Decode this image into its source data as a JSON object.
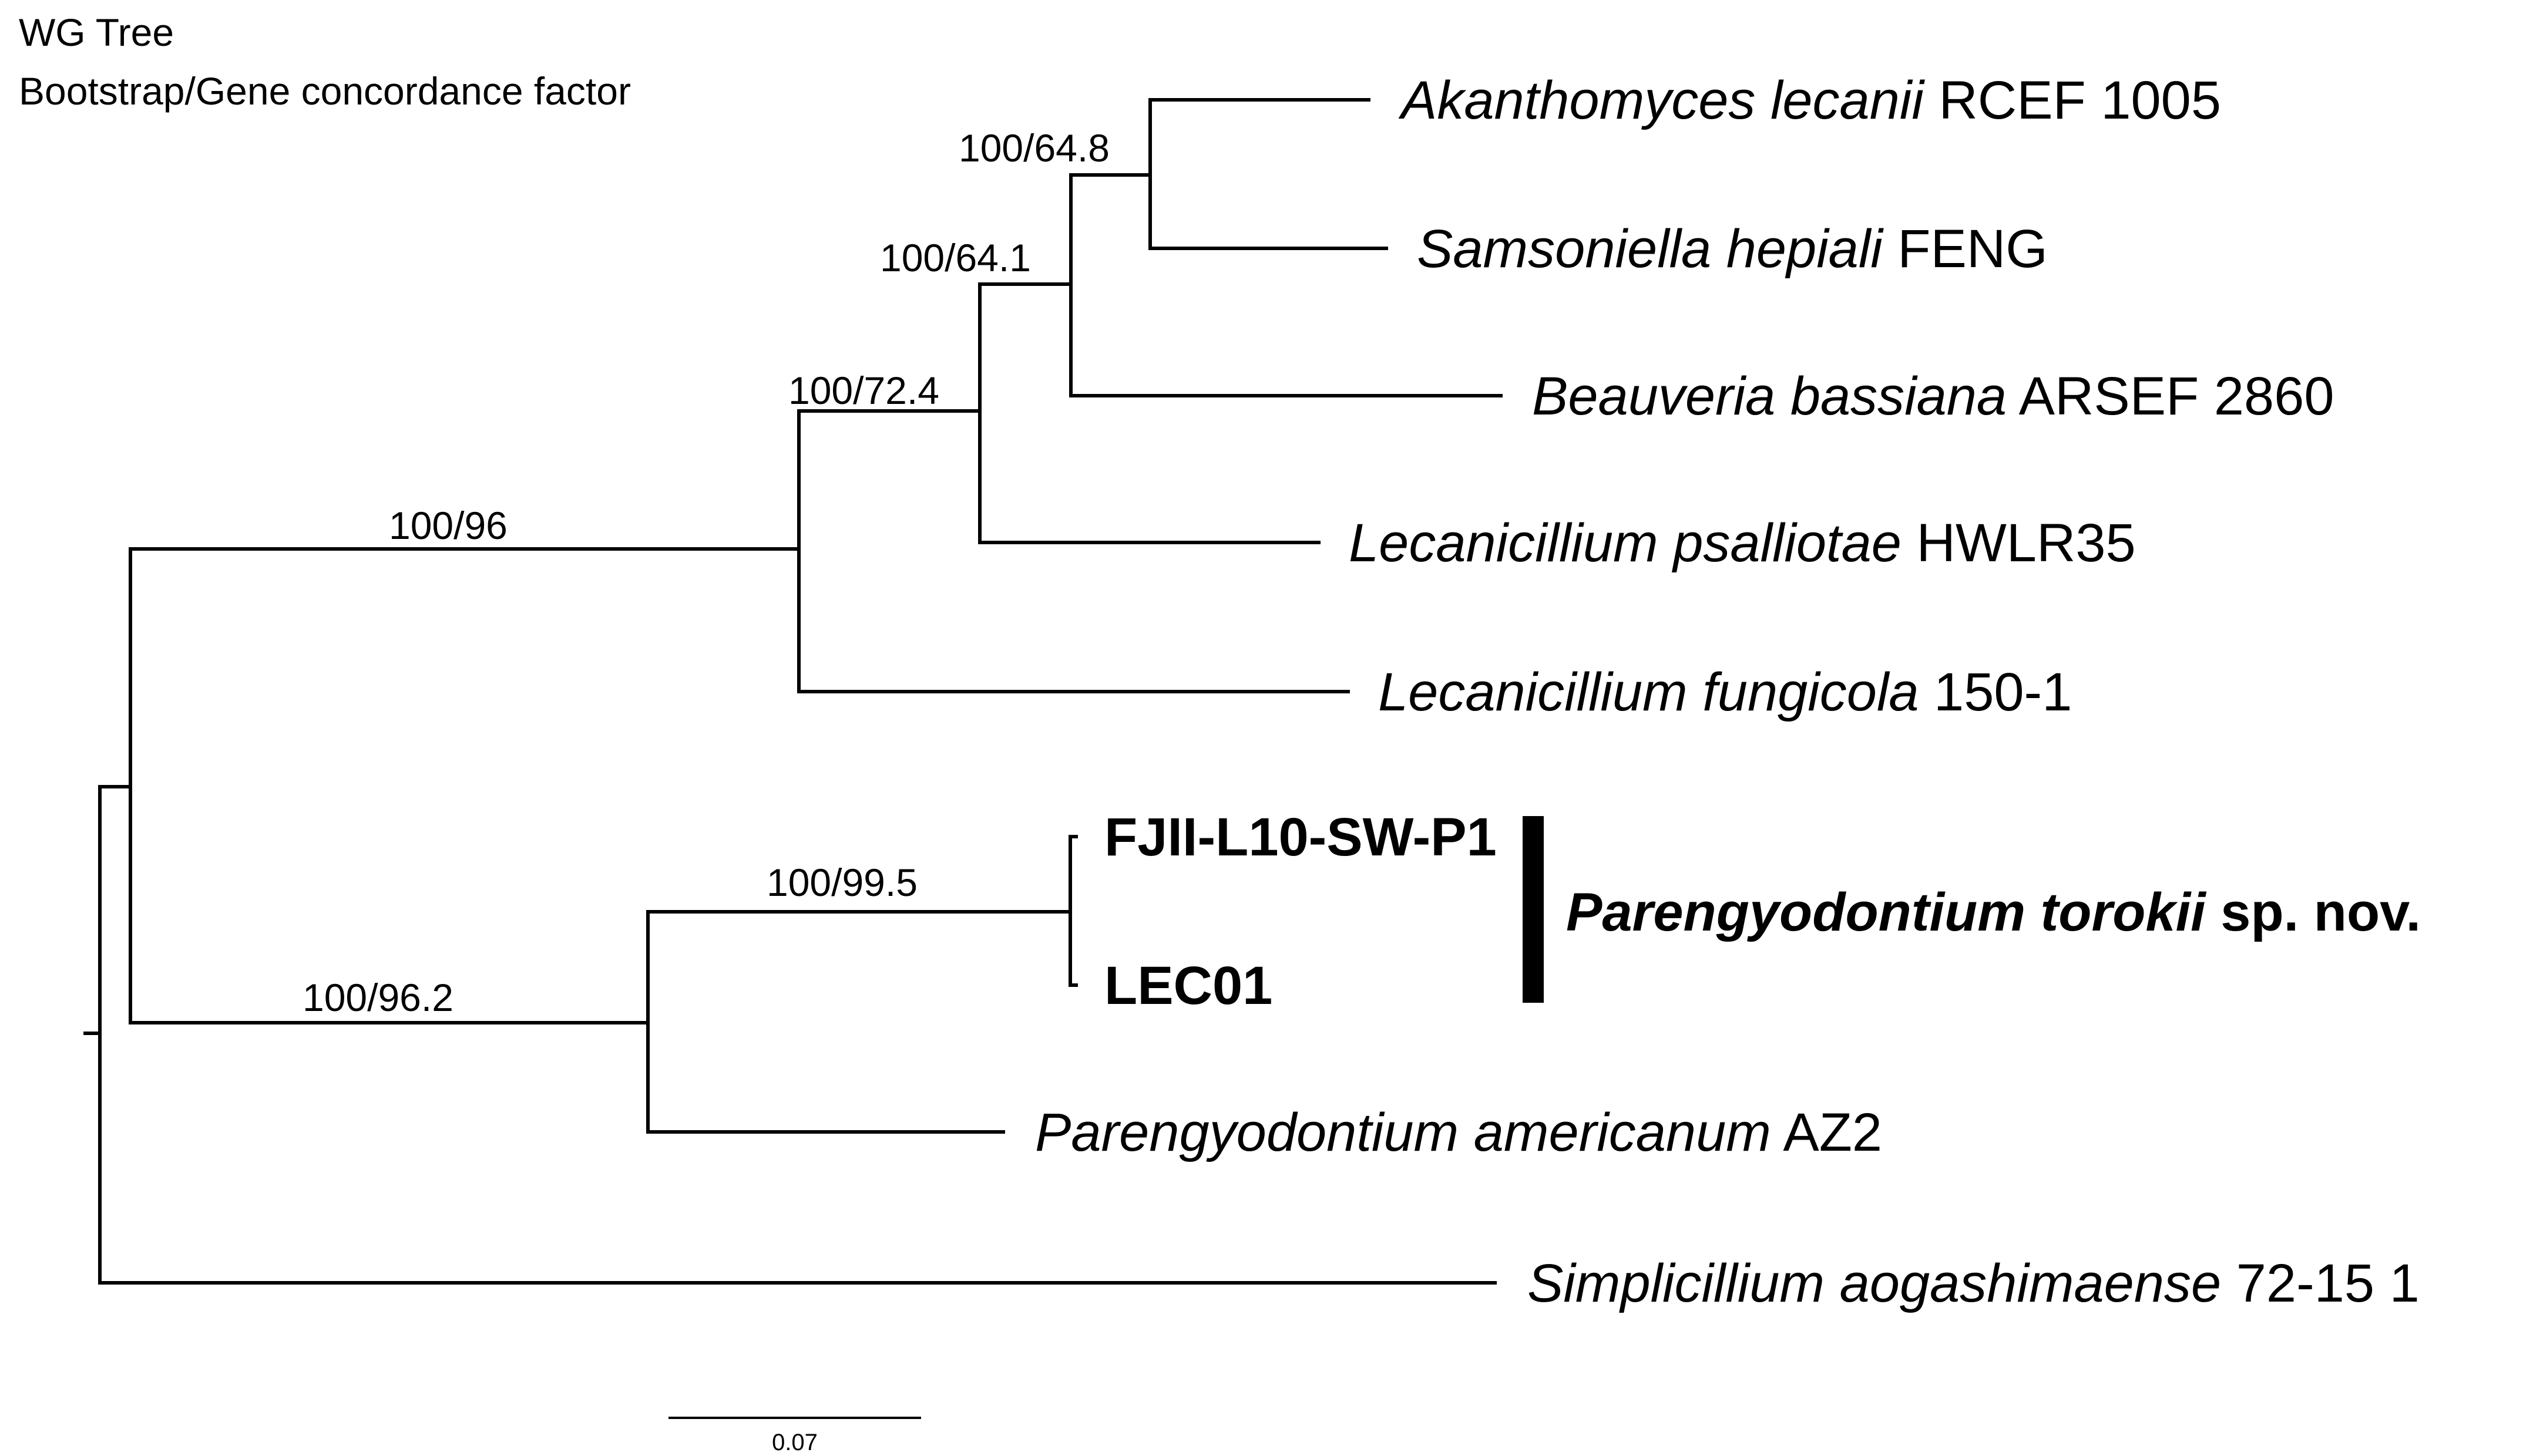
{
  "header": {
    "title": "WG Tree",
    "subtitle": "Bootstrap/Gene concordance factor"
  },
  "taxa": {
    "akanthomyces": {
      "genus_species": "Akanthomyces lecanii",
      "strain": " RCEF 1005"
    },
    "samsoniella": {
      "genus_species": "Samsoniella hepiali",
      "strain": " FENG"
    },
    "beauveria": {
      "genus_species": "Beauveria bassiana",
      "strain": " ARSEF 2860"
    },
    "lec_psalliotae": {
      "genus_species": "Lecanicillium psalliotae",
      "strain": " HWLR35"
    },
    "lec_fungicola": {
      "genus_species": "Lecanicillium fungicola",
      "strain": " 150-1"
    },
    "fjii": {
      "label": "FJII-L10-SW-P1"
    },
    "lec01": {
      "label": "LEC01"
    },
    "par_americanum": {
      "genus_species": "Parengyodontium americanum",
      "strain": " AZ2"
    },
    "simplicillium": {
      "genus_species": "Simplicillium aogashimaense",
      "strain": " 72-15 1"
    }
  },
  "support": {
    "akan_sams": "100/64.8",
    "with_beauveria": "100/64.1",
    "with_psalliotae": "100/72.4",
    "cordycipitaceae": "100/96",
    "torokii": "100/99.5",
    "parengyodontium": "100/96.2"
  },
  "clade_label": {
    "genus_species": "Parengyodontium torokii",
    "suffix": " sp. nov."
  },
  "scale": {
    "label": "0.07"
  }
}
